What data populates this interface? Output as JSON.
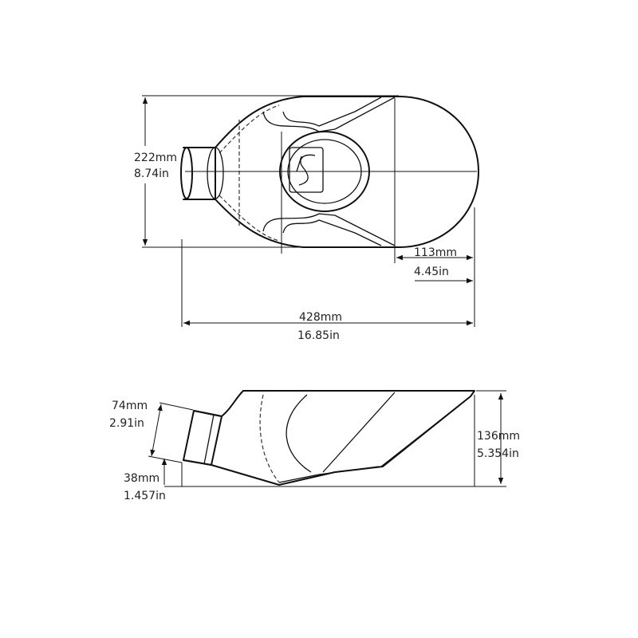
{
  "top_view": {
    "width_dimension": {
      "mm": "222mm",
      "in": "8.74in"
    },
    "offset_dimension": {
      "mm": "113mm",
      "in": "4.45in"
    },
    "length_dimension": {
      "mm": "428mm",
      "in": "16.85in"
    }
  },
  "side_view": {
    "inlet_dimension": {
      "mm": "74mm",
      "in": "2.91in"
    },
    "inlet_height_dimension": {
      "mm": "38mm",
      "in": "1.457in"
    },
    "height_dimension": {
      "mm": "136mm",
      "in": "5.354in"
    }
  }
}
